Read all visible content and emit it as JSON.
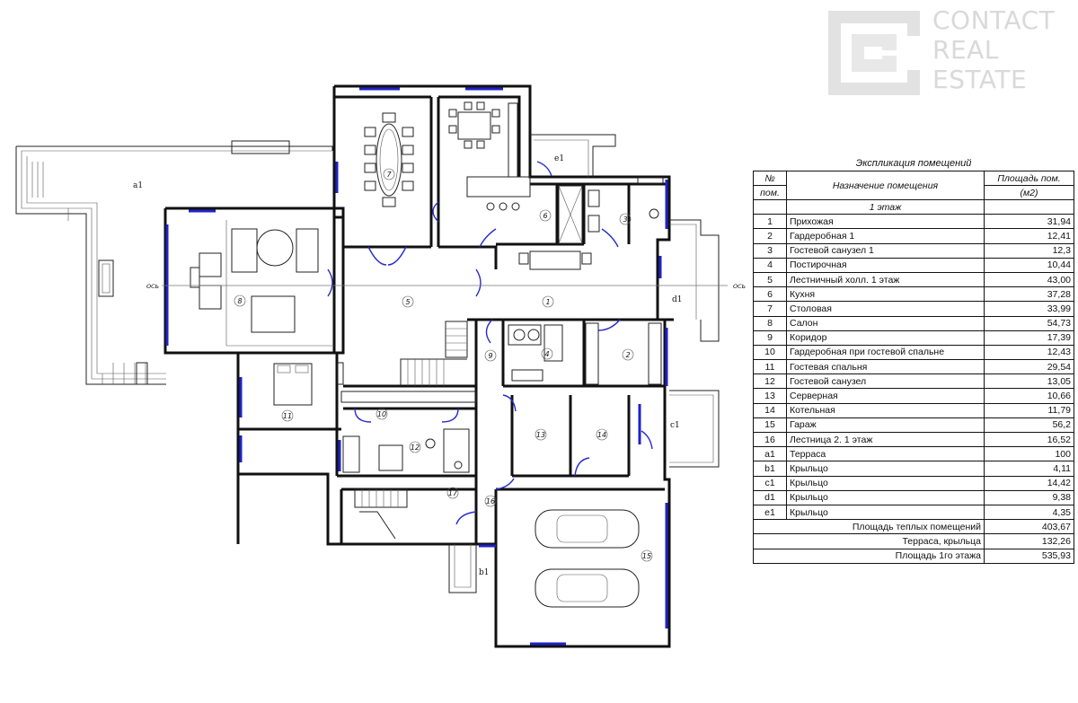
{
  "logo": {
    "lines": [
      "CONTACT",
      "REAL",
      "ESTATE"
    ]
  },
  "table": {
    "caption": "Экспликация помещений",
    "headers": {
      "num_line1": "№",
      "num_line2": "пом.",
      "purpose": "Назначение помещения",
      "area_line1": "Площадь пом.",
      "area_line2": "(м2)"
    },
    "section": "1 этаж",
    "rows": [
      {
        "num": "1",
        "name": "Прихожая",
        "area": "31,94"
      },
      {
        "num": "2",
        "name": "Гардеробная 1",
        "area": "12,41"
      },
      {
        "num": "3",
        "name": "Гостевой санузел 1",
        "area": "12,3"
      },
      {
        "num": "4",
        "name": "Постирочная",
        "area": "10,44"
      },
      {
        "num": "5",
        "name": "Лестничный холл. 1 этаж",
        "area": "43,00"
      },
      {
        "num": "6",
        "name": "Кухня",
        "area": "37,28"
      },
      {
        "num": "7",
        "name": "Столовая",
        "area": "33,99"
      },
      {
        "num": "8",
        "name": "Салон",
        "area": "54,73"
      },
      {
        "num": "9",
        "name": "Коридор",
        "area": "17,39"
      },
      {
        "num": "10",
        "name": "Гардеробная при гостевой спальне",
        "area": "12,43"
      },
      {
        "num": "11",
        "name": "Гостевая спальня",
        "area": "29,54"
      },
      {
        "num": "12",
        "name": "Гостевой санузел",
        "area": "13,05"
      },
      {
        "num": "13",
        "name": "Серверная",
        "area": "10,66"
      },
      {
        "num": "14",
        "name": "Котельная",
        "area": "11,79"
      },
      {
        "num": "15",
        "name": "Гараж",
        "area": "56,2"
      },
      {
        "num": "16",
        "name": "Лестница 2. 1 этаж",
        "area": "16,52"
      },
      {
        "num": "a1",
        "name": "Терраса",
        "area": "100"
      },
      {
        "num": "b1",
        "name": "Крыльцо",
        "area": "4,11"
      },
      {
        "num": "c1",
        "name": "Крыльцо",
        "area": "14,42"
      },
      {
        "num": "d1",
        "name": "Крыльцо",
        "area": "9,38"
      },
      {
        "num": "e1",
        "name": "Крыльцо",
        "area": "4,35"
      }
    ],
    "totals": [
      {
        "label": "Площадь теплых помещений",
        "value": "403,67"
      },
      {
        "label": "Терраса, крыльца",
        "value": "132,26"
      },
      {
        "label": "Площадь 1го этажа",
        "value": "535,93"
      }
    ]
  },
  "plan": {
    "room_labels": [
      "1",
      "2",
      "3",
      "4",
      "5",
      "6",
      "7",
      "8",
      "9",
      "10",
      "11",
      "12",
      "13",
      "14",
      "15",
      "16",
      "17"
    ],
    "outer_labels": {
      "terrace": "a1",
      "porch_b": "b1",
      "porch_c": "c1",
      "porch_d": "d1",
      "porch_e": "e1"
    },
    "axis_left": "ОСЬ",
    "axis_right": "ОСЬ"
  }
}
